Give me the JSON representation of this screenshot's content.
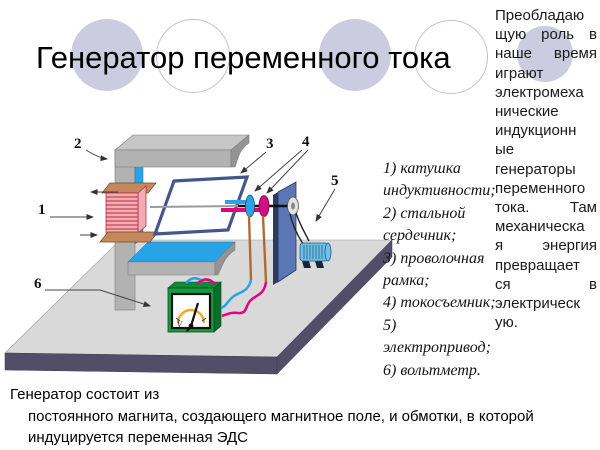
{
  "title": "Генератор переменного тока",
  "right_panel": {
    "lines": [
      "Преобладаю",
      "щую роль в",
      "наше время",
      "играют",
      "электромеха",
      "нические",
      "индукционн",
      "ые",
      "генераторы",
      "переменного",
      "тока. Там",
      "механическа",
      "я энергия",
      "превращает",
      "ся в",
      "электрическ",
      "ую."
    ]
  },
  "parts_list": {
    "lines": [
      "1) катушка",
      "индуктивности;",
      "2) стальной",
      "сердечник;",
      "3) проволочная",
      "рамка;",
      "4) токосъемник;",
      "5) электропривод;",
      "6) вольтметр."
    ]
  },
  "bottom": {
    "line1": "Генератор состоит из",
    "lines2": [
      "постоянного магнита, создающего магнитное поле, и обмотки, в которой",
      "индуцируется переменная ЭДС"
    ]
  },
  "diagram": {
    "labels": [
      "1",
      "2",
      "3",
      "4",
      "5",
      "6"
    ],
    "voltmeter_label": "V"
  },
  "colors": {
    "circle_fill": "#CCCCE0",
    "circle_stroke": "#C2C2D6",
    "platform_top": "#D9D9D9",
    "platform_side": "#534E68",
    "core_gray": "#B2B2B2",
    "core_gray_light": "#C6C6C6",
    "core_gray_dark": "#949494",
    "core_blue": "#29A3E8",
    "coil_pink": "#F4ABB4",
    "coil_stripe": "#B03040",
    "coil_flange": "#C4885C",
    "frame_blue": "#46568C",
    "ring_blue": "#29A3E8",
    "ring_magenta": "#D40F86",
    "panel_blue": "#5B76B4",
    "panel_dark": "#2C3A5E",
    "motor_blue": "#6CC0EA",
    "brush_copper": "#B06A30",
    "wire_blue": "#29A3E8",
    "wire_pink": "#E6007E",
    "voltmeter_green": "#169B40",
    "voltmeter_green_dark": "#0A6F2B",
    "gauge_orange": "#F5A623",
    "belt_dark": "#222222"
  }
}
